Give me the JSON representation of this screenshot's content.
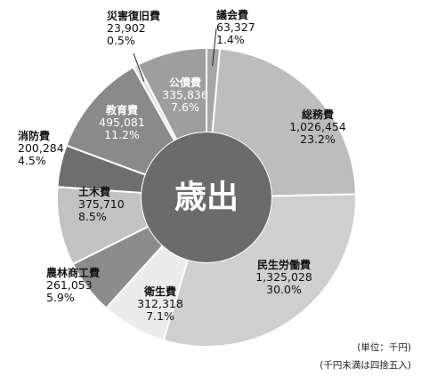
{
  "chart_data": {
    "type": "pie",
    "center_label": "歳出",
    "unit_note": "(単位：千円)",
    "rounding_note": "(千円未満は四捨五入)",
    "slices": [
      {
        "name": "議会費",
        "value": 63327,
        "value_label": "63,327",
        "pct_label": "1.4%",
        "color": "#a6a6a6"
      },
      {
        "name": "総務費",
        "value": 1026454,
        "value_label": "1,026,454",
        "pct_label": "23.2%",
        "color": "#bdbdbd"
      },
      {
        "name": "民生労働費",
        "value": 1325028,
        "value_label": "1,325,028",
        "pct_label": "30.0%",
        "color": "#cfcfcf"
      },
      {
        "name": "衛生費",
        "value": 312318,
        "value_label": "312,318",
        "pct_label": "7.1%",
        "color": "#ececec"
      },
      {
        "name": "農林商工費",
        "value": 261053,
        "value_label": "261,053",
        "pct_label": "5.9%",
        "color": "#8c8c8c"
      },
      {
        "name": "土木費",
        "value": 375710,
        "value_label": "375,710",
        "pct_label": "8.5%",
        "color": "#c2c2c2"
      },
      {
        "name": "消防費",
        "value": 200284,
        "value_label": "200,284",
        "pct_label": "4.5%",
        "color": "#6e6e6e"
      },
      {
        "name": "教育費",
        "value": 495081,
        "value_label": "495,081",
        "pct_label": "11.2%",
        "color": "#8a8a8a"
      },
      {
        "name": "災害復旧費",
        "value": 23902,
        "value_label": "23,902",
        "pct_label": "0.5%",
        "color": "#e0e0e0"
      },
      {
        "name": "公債費",
        "value": 335836,
        "value_label": "335,836",
        "pct_label": "7.6%",
        "color": "#9e9e9e"
      }
    ]
  }
}
